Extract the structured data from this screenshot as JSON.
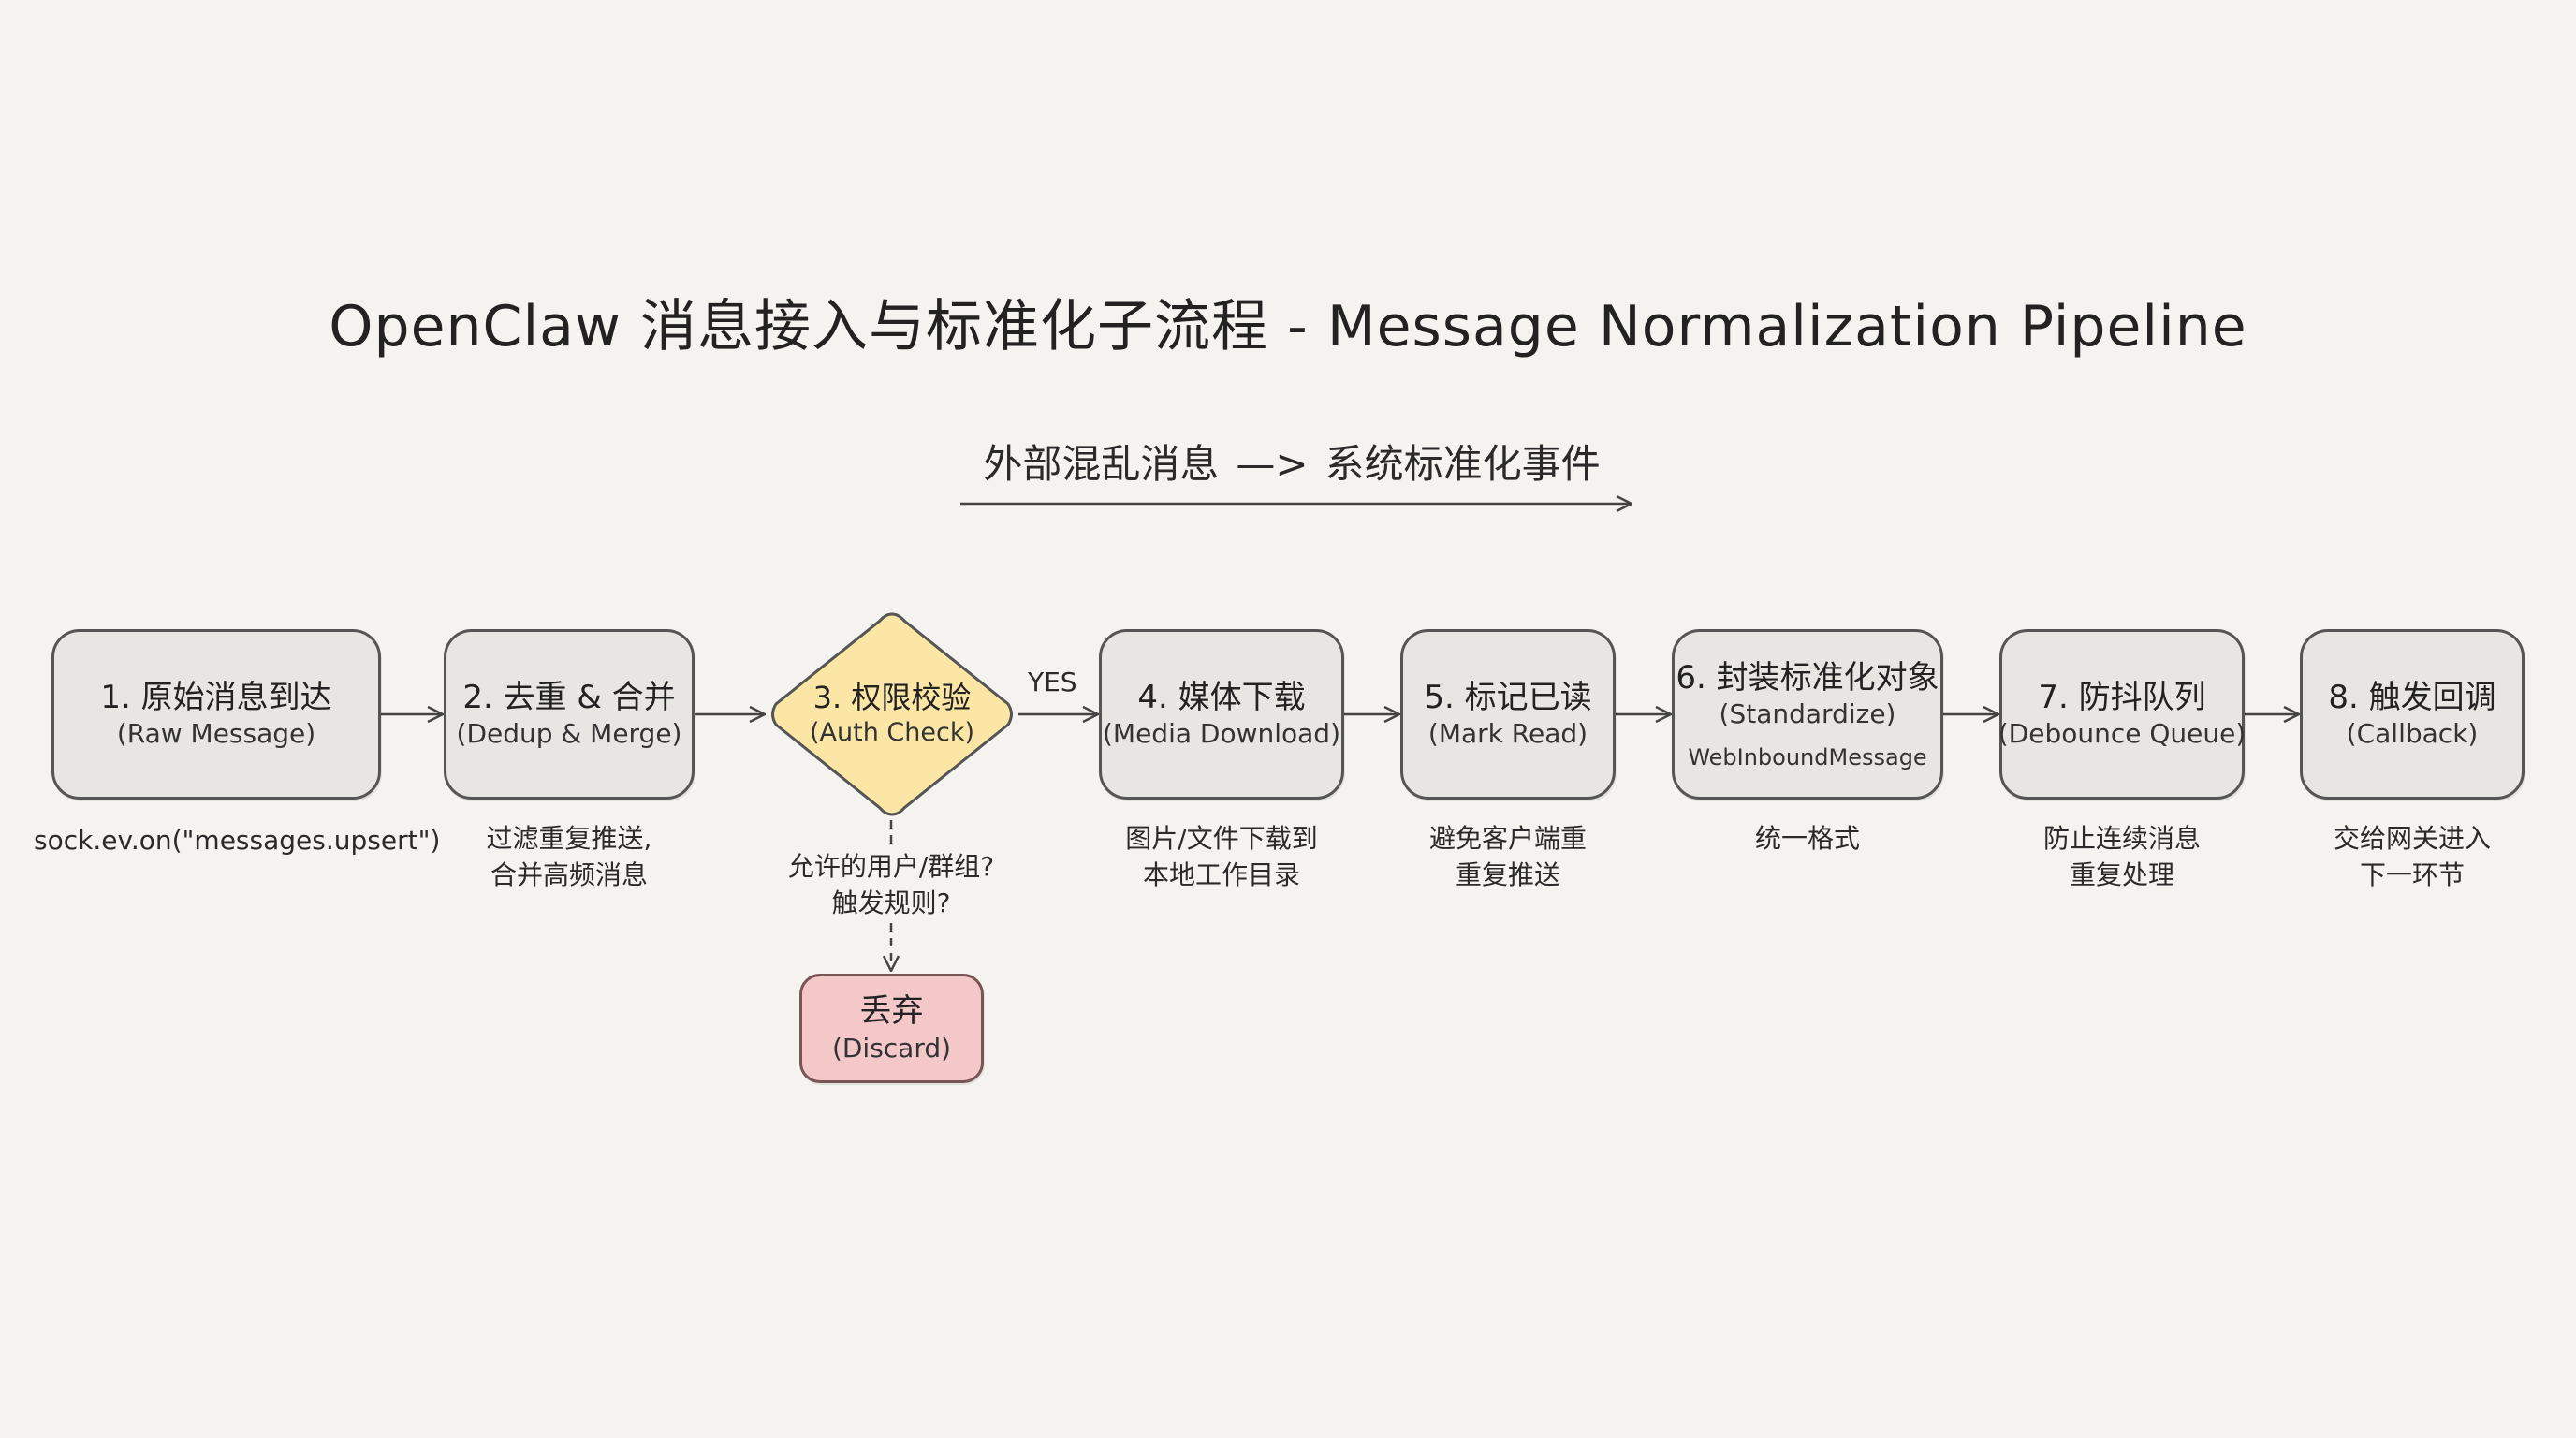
{
  "title": "OpenClaw 消息接入与标准化子流程 - Message Normalization Pipeline",
  "subtitle": {
    "from": "外部混乱消息",
    "arrow": "—>",
    "to": "系统标准化事件"
  },
  "colors": {
    "background": "#f4f3ef",
    "node_fill": "#e7e6e2",
    "decision_fill": "#fbe6a6",
    "discard_fill": "#f4c8c8",
    "stroke": "#555555"
  },
  "steps": [
    {
      "label": "1. 原始消息到达",
      "sub": "(Raw Message)",
      "note_lines": [
        "sock.ev.on(\"messages.upsert\")"
      ]
    },
    {
      "label": "2. 去重 & 合并",
      "sub": "(Dedup & Merge)",
      "note_lines": [
        "过滤重复推送,",
        "合并高频消息"
      ]
    },
    {
      "label": "3. 权限校验",
      "sub": "(Auth Check)",
      "note_lines": [
        "允许的用户/群组?",
        "触发规则?"
      ]
    },
    {
      "label": "4. 媒体下载",
      "sub": "(Media Download)",
      "note_lines": [
        "图片/文件下载到",
        "本地工作目录"
      ]
    },
    {
      "label": "5. 标记已读",
      "sub": "(Mark Read)",
      "note_lines": [
        "避免客户端重",
        "重复推送"
      ]
    },
    {
      "label": "6. 封装标准化对象",
      "sub": "(Standardize)",
      "extra": "WebInboundMessage",
      "note_lines": [
        "统一格式"
      ]
    },
    {
      "label": "7. 防抖队列",
      "sub": "(Debounce Queue)",
      "note_lines": [
        "防止连续消息",
        "重复处理"
      ]
    },
    {
      "label": "8. 触发回调",
      "sub": "(Callback)",
      "note_lines": [
        "交给网关进入",
        "下一环节"
      ]
    }
  ],
  "yes_label": "YES",
  "discard": {
    "label": "丢弃",
    "sub": "(Discard)"
  }
}
